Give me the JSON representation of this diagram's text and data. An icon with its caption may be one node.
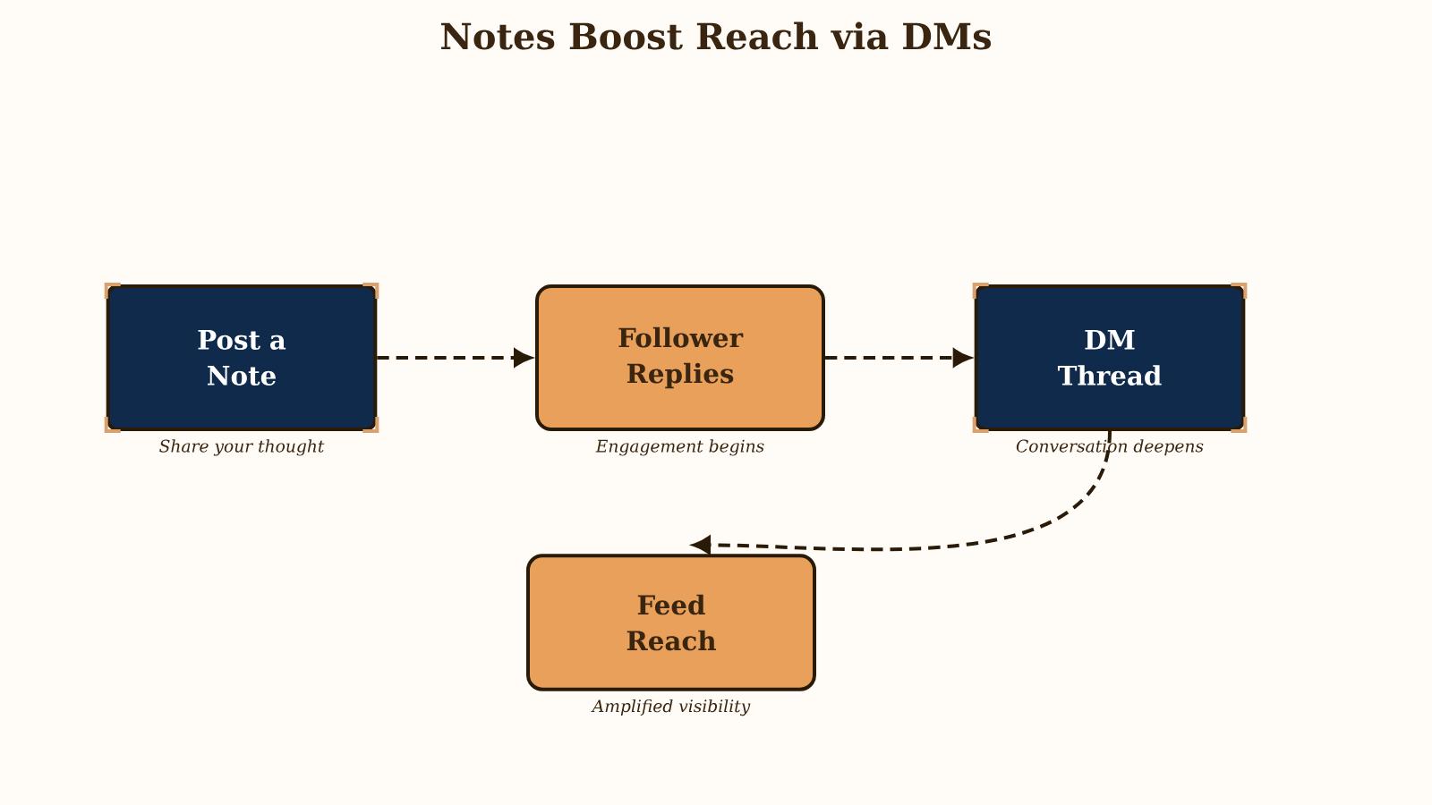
{
  "diagram": {
    "title": "Notes Boost Reach via DMs",
    "nodes": [
      {
        "text": [
          "Post a Note"
        ],
        "beside": [
          "Share your thought"
        ]
      },
      {
        "text": [
          "Follower Replies"
        ],
        "beside": [
          "Engagement begins"
        ]
      },
      {
        "text": [
          "DM Thread"
        ],
        "beside": [
          "Conversation deepens"
        ]
      },
      {
        "text": [
          "Feed Reach"
        ],
        "beside": [
          "Amplified visibility"
        ]
      }
    ],
    "edges": [
      {
        "from": 0,
        "to": 1,
        "arrow": "to",
        "style": "dashed"
      },
      {
        "from": 1,
        "to": 2,
        "arrow": "to",
        "style": "dashed"
      },
      {
        "from": 2,
        "to": 3,
        "arrow": "to",
        "style": "dashed"
      }
    ]
  }
}
